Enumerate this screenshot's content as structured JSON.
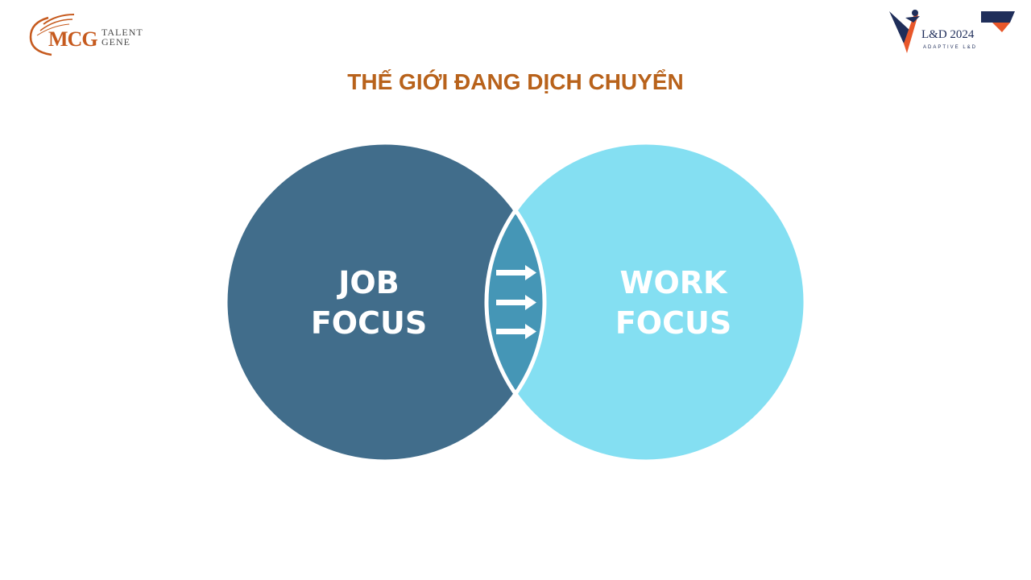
{
  "header": {
    "logo_left": {
      "brand": "MCG",
      "line1": "TALENT",
      "line2": "GENE",
      "color": "#c65a1e"
    },
    "logo_right": {
      "name": "L&D 2024",
      "tagline": "ADAPTIVE L&D",
      "color_navy": "#1f2e5a",
      "color_orange": "#e8572a"
    }
  },
  "title": "THẾ GIỚI ĐANG DỊCH CHUYỂN",
  "diagram": {
    "left_circle": {
      "line1": "JOB",
      "line2": "FOCUS",
      "color": "#416d8b"
    },
    "right_circle": {
      "line1": "WORK",
      "line2": "FOCUS",
      "color": "#84dff2"
    },
    "overlap_color": "#4596b6",
    "arrow_icon": "right-arrow-icon",
    "arrow_count": 3
  }
}
